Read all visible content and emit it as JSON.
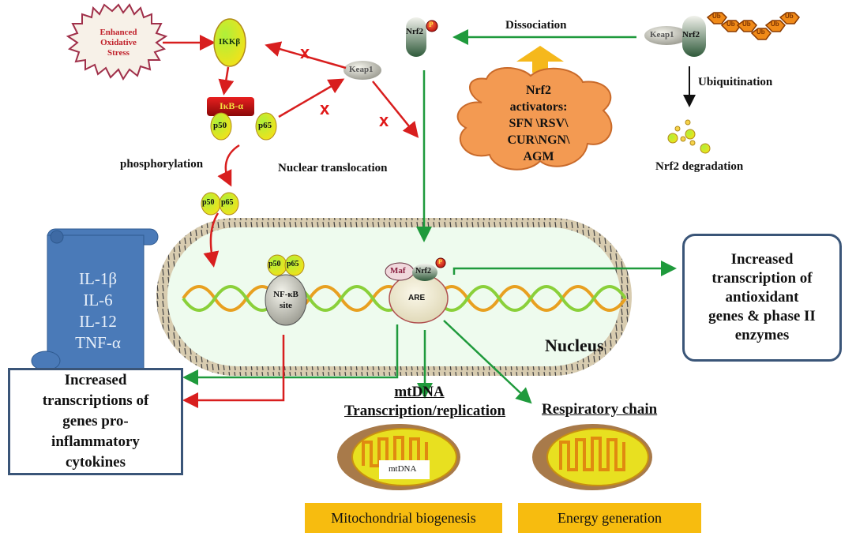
{
  "stress": {
    "label_lines": [
      "Enhanced",
      "Oxidative",
      "Stress"
    ],
    "color": "#c0202a"
  },
  "nfkb_pathway": {
    "ikkb": "IKKβ",
    "ikba": "IκB-α",
    "p50": "p50",
    "p65": "p65",
    "keap1": "Keap1",
    "inhibit_marks": [
      "x",
      "x",
      "x"
    ],
    "phosphorylation": "phosphorylation",
    "nfkb_site_lines": [
      "NF-κB",
      "site"
    ]
  },
  "nrf2_pathway": {
    "nrf2": "Nrf2",
    "phospho": "P",
    "dissociation": "Dissociation",
    "nuclear_translocation": "Nuclear translocation",
    "keap1": "Keap1",
    "ub": [
      "Ub",
      "Ub",
      "Ub",
      "Ub",
      "Ub",
      "Ub"
    ],
    "ubiquitination": "Ubiquitination",
    "degradation": "Nrf2 degradation",
    "activators_lines": [
      "Nrf2",
      "activators:",
      "SFN \\RSV\\",
      "CUR\\NGN\\",
      "AGM"
    ],
    "maf": "Maf",
    "are": "ARE"
  },
  "nucleus": {
    "label": "Nucleus"
  },
  "cytokines": {
    "items": [
      "IL-1β",
      "IL-6",
      "IL-12",
      "TNF-α"
    ]
  },
  "outcomes": {
    "antioxidant_lines": [
      "Increased",
      "transcription of",
      "antioxidant",
      "genes & phase II",
      "enzymes"
    ],
    "inflammatory_lines": [
      "Increased",
      "transcriptions of",
      "genes pro-",
      "inflammatory",
      "cytokines"
    ],
    "mtdna_heading": [
      "mtDNA",
      "Transcription/replication"
    ],
    "respiratory_heading": "Respiratory chain",
    "mtdna_label": "mtDNA",
    "biogenesis": "Mitochondrial biogenesis",
    "energy": "Energy generation"
  },
  "colors": {
    "red_arrow": "#d81e1e",
    "green_arrow": "#1f9a3c",
    "nucleus_fill": "#eefbee",
    "scroll_blue": "#4a7ab8",
    "cloud_orange": "#f39a52",
    "box_border": "#3a5578",
    "yellow_box": "#f7bc0f"
  }
}
